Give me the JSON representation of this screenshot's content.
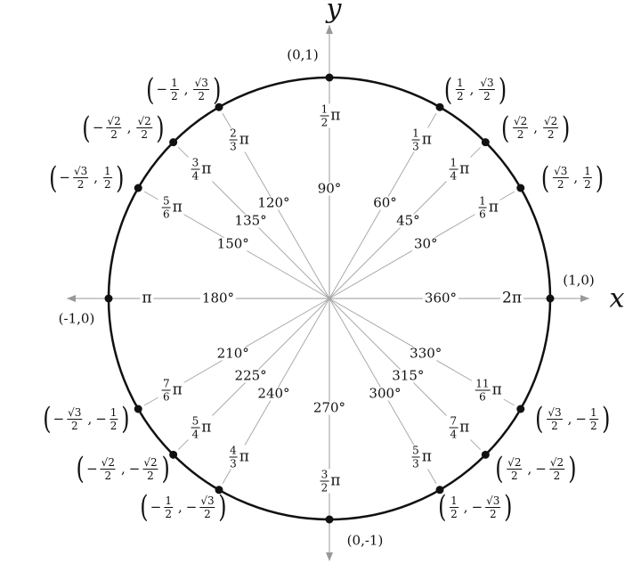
{
  "axes": {
    "x_label": "x",
    "y_label": "y"
  },
  "points": [
    {
      "deg": 0,
      "degree_label": "360°",
      "radian": {
        "value": "2π"
      },
      "coord": {
        "text": "(1,0)"
      }
    },
    {
      "deg": 30,
      "degree_label": "30°",
      "radian": {
        "num": "1",
        "den": "6",
        "suffix": "π"
      },
      "coord": {
        "x": {
          "sign": "",
          "num": "√3",
          "den": "2"
        },
        "y": {
          "sign": "",
          "num": "1",
          "den": "2"
        }
      }
    },
    {
      "deg": 45,
      "degree_label": "45°",
      "radian": {
        "num": "1",
        "den": "4",
        "suffix": "π"
      },
      "coord": {
        "x": {
          "sign": "",
          "num": "√2",
          "den": "2"
        },
        "y": {
          "sign": "",
          "num": "√2",
          "den": "2"
        }
      }
    },
    {
      "deg": 60,
      "degree_label": "60°",
      "radian": {
        "num": "1",
        "den": "3",
        "suffix": "π"
      },
      "coord": {
        "x": {
          "sign": "",
          "num": "1",
          "den": "2"
        },
        "y": {
          "sign": "",
          "num": "√3",
          "den": "2"
        }
      }
    },
    {
      "deg": 90,
      "degree_label": "90°",
      "radian": {
        "num": "1",
        "den": "2",
        "suffix": "π"
      },
      "coord": {
        "text": "(0,1)"
      }
    },
    {
      "deg": 120,
      "degree_label": "120°",
      "radian": {
        "num": "2",
        "den": "3",
        "suffix": "π"
      },
      "coord": {
        "x": {
          "sign": "−",
          "num": "1",
          "den": "2"
        },
        "y": {
          "sign": "",
          "num": "√3",
          "den": "2"
        }
      }
    },
    {
      "deg": 135,
      "degree_label": "135°",
      "radian": {
        "num": "3",
        "den": "4",
        "suffix": "π"
      },
      "coord": {
        "x": {
          "sign": "−",
          "num": "√2",
          "den": "2"
        },
        "y": {
          "sign": "",
          "num": "√2",
          "den": "2"
        }
      }
    },
    {
      "deg": 150,
      "degree_label": "150°",
      "radian": {
        "num": "5",
        "den": "6",
        "suffix": "π"
      },
      "coord": {
        "x": {
          "sign": "−",
          "num": "√3",
          "den": "2"
        },
        "y": {
          "sign": "",
          "num": "1",
          "den": "2"
        }
      }
    },
    {
      "deg": 180,
      "degree_label": "180°",
      "radian": {
        "value": "π"
      },
      "coord": {
        "text": "(-1,0)"
      }
    },
    {
      "deg": 210,
      "degree_label": "210°",
      "radian": {
        "num": "7",
        "den": "6",
        "suffix": "π"
      },
      "coord": {
        "x": {
          "sign": "−",
          "num": "√3",
          "den": "2"
        },
        "y": {
          "sign": "−",
          "num": "1",
          "den": "2"
        }
      }
    },
    {
      "deg": 225,
      "degree_label": "225°",
      "radian": {
        "num": "5",
        "den": "4",
        "suffix": "π"
      },
      "coord": {
        "x": {
          "sign": "−",
          "num": "√2",
          "den": "2"
        },
        "y": {
          "sign": "−",
          "num": "√2",
          "den": "2"
        }
      }
    },
    {
      "deg": 240,
      "degree_label": "240°",
      "radian": {
        "num": "4",
        "den": "3",
        "suffix": "π"
      },
      "coord": {
        "x": {
          "sign": "−",
          "num": "1",
          "den": "2"
        },
        "y": {
          "sign": "−",
          "num": "√3",
          "den": "2"
        }
      }
    },
    {
      "deg": 270,
      "degree_label": "270°",
      "radian": {
        "num": "3",
        "den": "2",
        "suffix": "π"
      },
      "coord": {
        "text": "(0,-1)"
      }
    },
    {
      "deg": 300,
      "degree_label": "300°",
      "radian": {
        "num": "5",
        "den": "3",
        "suffix": "π"
      },
      "coord": {
        "x": {
          "sign": "",
          "num": "1",
          "den": "2"
        },
        "y": {
          "sign": "−",
          "num": "√3",
          "den": "2"
        }
      }
    },
    {
      "deg": 315,
      "degree_label": "315°",
      "radian": {
        "num": "7",
        "den": "4",
        "suffix": "π"
      },
      "coord": {
        "x": {
          "sign": "",
          "num": "√2",
          "den": "2"
        },
        "y": {
          "sign": "−",
          "num": "√2",
          "den": "2"
        }
      }
    },
    {
      "deg": 330,
      "degree_label": "330°",
      "radian": {
        "num": "11",
        "den": "6",
        "suffix": "π"
      },
      "coord": {
        "x": {
          "sign": "",
          "num": "√3",
          "den": "2"
        },
        "y": {
          "sign": "−",
          "num": "1",
          "den": "2"
        }
      }
    }
  ]
}
